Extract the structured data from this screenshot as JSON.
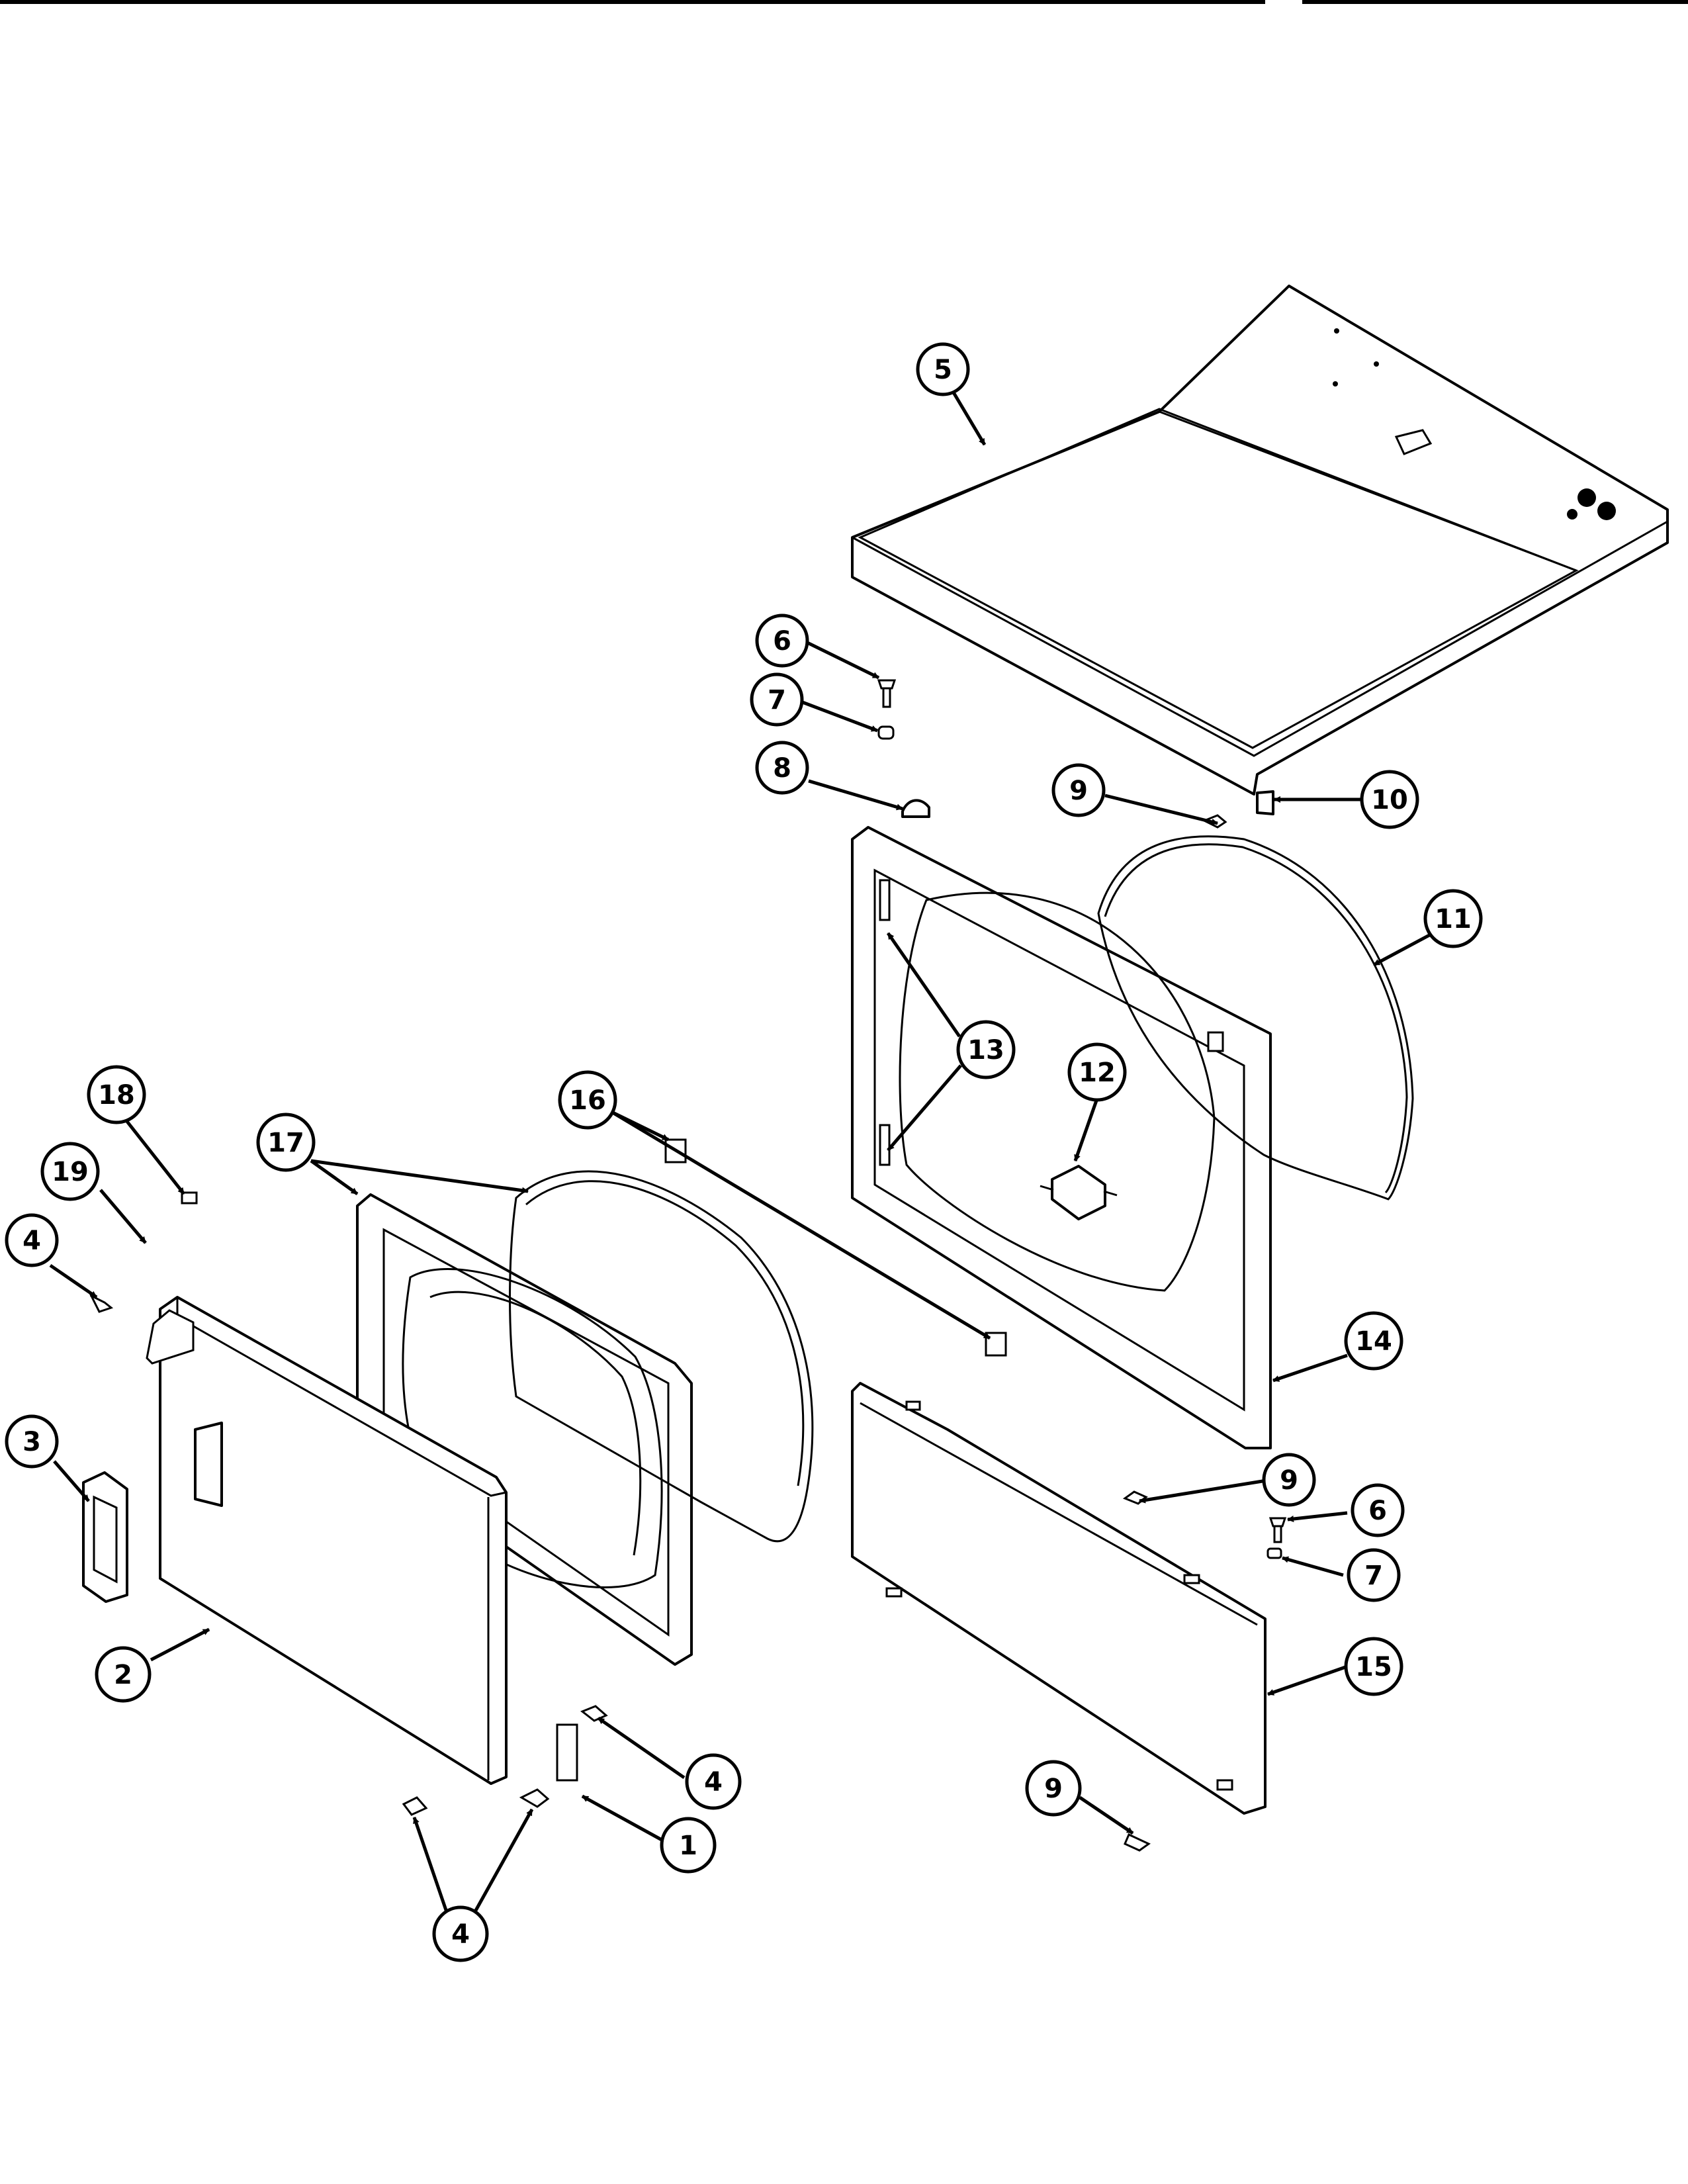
{
  "diagram": {
    "type": "exploded-parts-view",
    "callouts": [
      {
        "id": "c5",
        "label": "5"
      },
      {
        "id": "c6a",
        "label": "6"
      },
      {
        "id": "c7a",
        "label": "7"
      },
      {
        "id": "c8",
        "label": "8"
      },
      {
        "id": "c9a",
        "label": "9"
      },
      {
        "id": "c10",
        "label": "10"
      },
      {
        "id": "c11",
        "label": "11"
      },
      {
        "id": "c13",
        "label": "13"
      },
      {
        "id": "c12",
        "label": "12"
      },
      {
        "id": "c16",
        "label": "16"
      },
      {
        "id": "c17",
        "label": "17"
      },
      {
        "id": "c18",
        "label": "18"
      },
      {
        "id": "c19",
        "label": "19"
      },
      {
        "id": "c4a",
        "label": "4"
      },
      {
        "id": "c14",
        "label": "14"
      },
      {
        "id": "c9b",
        "label": "9"
      },
      {
        "id": "c6b",
        "label": "6"
      },
      {
        "id": "c3",
        "label": "3"
      },
      {
        "id": "c7b",
        "label": "7"
      },
      {
        "id": "c15",
        "label": "15"
      },
      {
        "id": "c2",
        "label": "2"
      },
      {
        "id": "c4b",
        "label": "4"
      },
      {
        "id": "c9c",
        "label": "9"
      },
      {
        "id": "c1",
        "label": "1"
      },
      {
        "id": "c4c",
        "label": "4"
      }
    ]
  }
}
